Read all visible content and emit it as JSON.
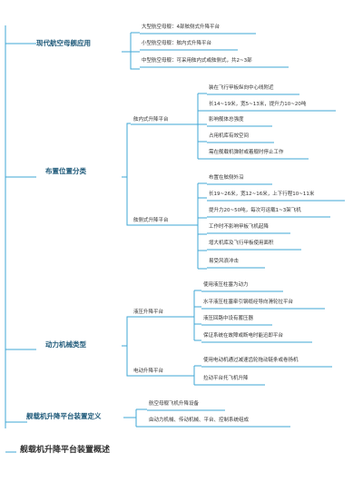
{
  "root": "舰载机升降平台装置概述",
  "branches": [
    {
      "label": "现代航空母舰应用",
      "items": [
        "大型航空母舰：4部舷侧式升降平台",
        "小型航空母舰：舷内式升降平台",
        "中型航空母舰：可采用舷内式或舷侧式，共2~3部"
      ]
    },
    {
      "label": "布置位置分类",
      "groups": [
        {
          "label": "舷内式升降平台",
          "items": [
            "装在飞行甲板纵向中心线附近",
            "长14~19米，宽5~13米，提升力10~20吨",
            "影响舰体总强度",
            "占用机库有效空间",
            "需在舰载机弹射或着舰时停止工作"
          ]
        },
        {
          "label": "舷侧式升降平台",
          "items": [
            "布置在舷侧外沿",
            "长19~26米，宽12~16米，上下行程10~11米",
            "提升力20~50吨，每次可运载1~3架飞机",
            "工作时不影响甲板飞机起降",
            "增大机库及飞行甲板使用面积",
            "易受风浪冲击"
          ]
        }
      ]
    },
    {
      "label": "动力机械类型",
      "groups": [
        {
          "label": "液压升降平台",
          "items": [
            "使用液压柱塞为动力",
            "水平液压柱塞牵引钢缆经导向滑轮拉平台",
            "液压回路中设有蓄压器",
            "保证系统在故障或断电时能迅即平台"
          ]
        },
        {
          "label": "电动升降平台",
          "items": [
            "使用电动机通过减速齿轮拖动链条或卷扬机",
            "拉动平台托飞机升降"
          ]
        }
      ]
    },
    {
      "label": "舰载机升降平台装置定义",
      "items": [
        "航空母舰飞机升降设备",
        "由动力机械、传动机械、平台、控制系统组成"
      ]
    }
  ],
  "colors": {
    "line": "#3fa7d6",
    "heading": "#1f5a7a",
    "text": "#333333",
    "background": "#ffffff"
  }
}
